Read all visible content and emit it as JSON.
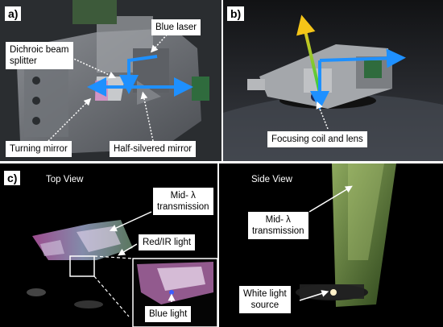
{
  "panel_a": {
    "letter": "a)",
    "labels": {
      "blue_laser": "Blue laser",
      "dichroic_line1": "Dichroic beam",
      "dichroic_line2": "splitter",
      "turning_mirror": "Turning mirror",
      "half_silvered": "Half-silvered mirror"
    }
  },
  "panel_b": {
    "letter": "b)",
    "labels": {
      "focusing": "Focusing coil and lens"
    }
  },
  "panel_c": {
    "letter": "c)",
    "top_view": {
      "title": "Top View",
      "mid_line1": "Mid- λ",
      "mid_line2": "transmission",
      "red_ir": "Red/IR light",
      "blue_light": "Blue light"
    },
    "side_view": {
      "title": "Side View",
      "mid_line1": "Mid- λ",
      "mid_line2": "transmission",
      "white_line1": "White light",
      "white_line2": "source"
    }
  },
  "colors": {
    "beam_blue": "#1e90ff",
    "arrow_yellow": "#f5c518",
    "arrow_green": "#2ecc40",
    "glow_green": "#7fa84a"
  }
}
